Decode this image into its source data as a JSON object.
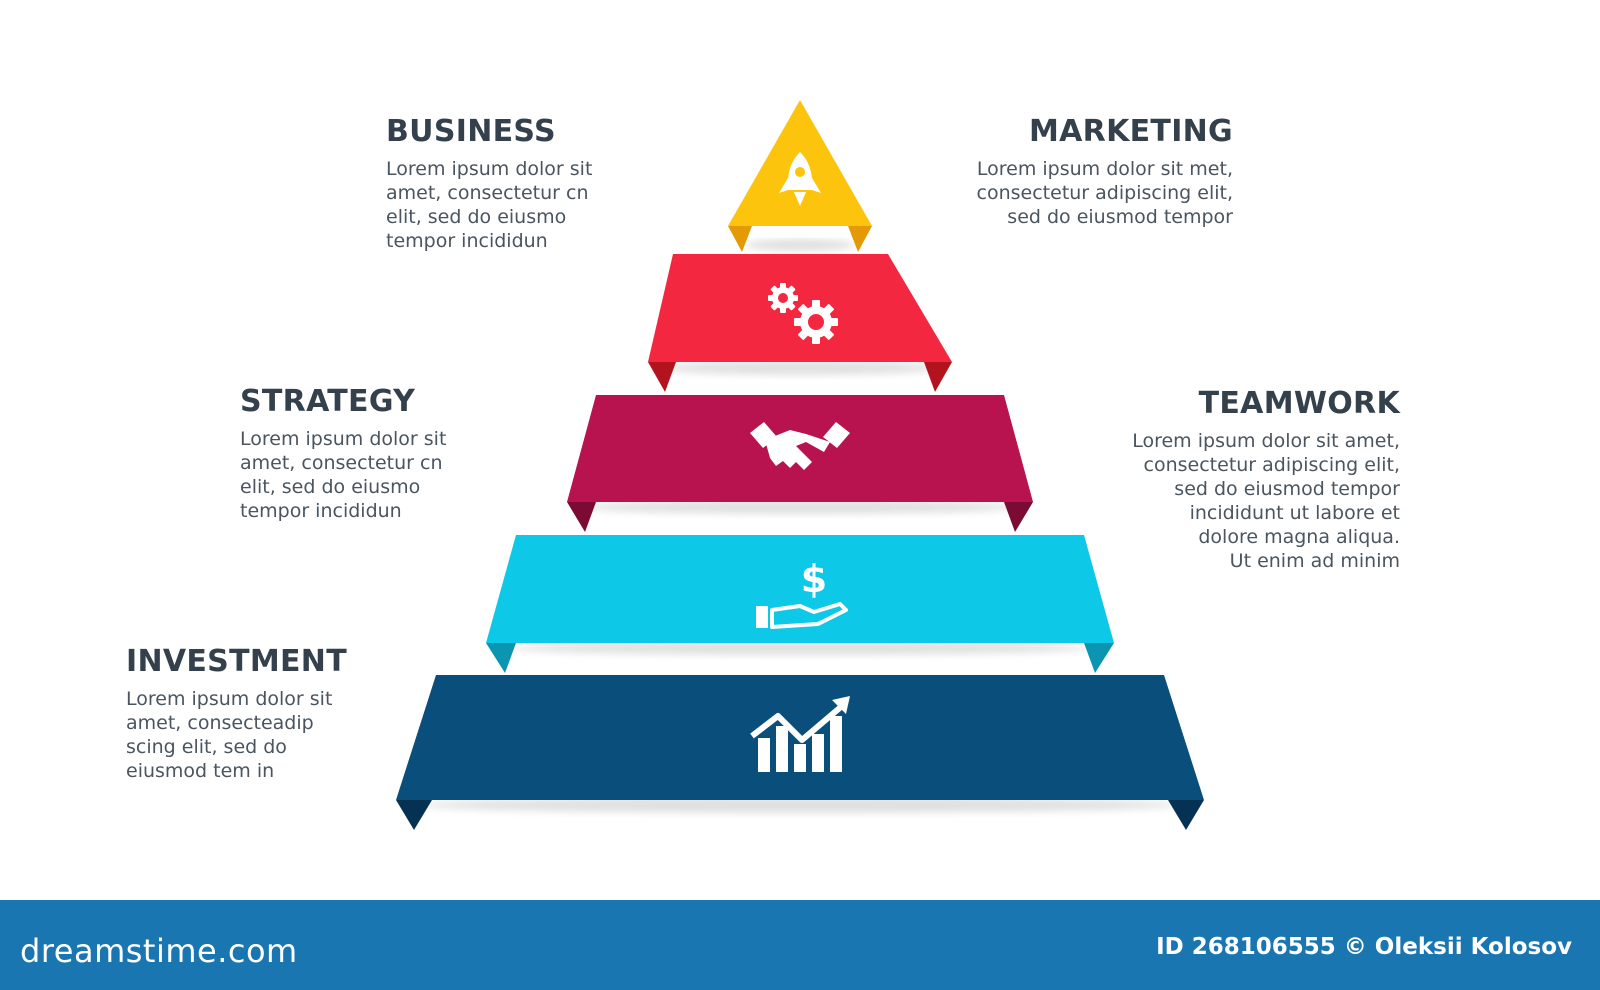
{
  "colors": {
    "tier1": "#fcc40c",
    "tier1_fold": "#e49a06",
    "tier2": "#f42740",
    "tier2_fold": "#b3131f",
    "tier3": "#b8134f",
    "tier3_fold": "#7b0b33",
    "tier4": "#0ec8e8",
    "tier4_fold": "#0b95b0",
    "tier5": "#0a4e7c",
    "tier5_fold": "#053253",
    "footer": "#1976b0",
    "heading": "#34414d",
    "body": "#4a5560"
  },
  "tiers": [
    {
      "name": "tier-1",
      "icon": "rocket-icon"
    },
    {
      "name": "tier-2",
      "icon": "gears-icon"
    },
    {
      "name": "tier-3",
      "icon": "handshake-icon"
    },
    {
      "name": "tier-4",
      "icon": "dollar-hand-icon"
    },
    {
      "name": "tier-5",
      "icon": "growth-chart-icon"
    }
  ],
  "labels": {
    "business": {
      "title": "BUSINESS",
      "lines": [
        "Lorem ipsum dolor sit",
        "amet, consectetur cn",
        "elit, sed do eiusmo",
        "tempor incididun"
      ]
    },
    "marketing": {
      "title": "MARKETING",
      "lines": [
        "Lorem ipsum dolor sit met,",
        "consectetur adipiscing elit,",
        "sed do eiusmod tempor"
      ]
    },
    "strategy": {
      "title": "STRATEGY",
      "lines": [
        "Lorem ipsum dolor sit",
        "amet, consectetur cn",
        "elit, sed do eiusmo",
        "tempor incididun"
      ]
    },
    "teamwork": {
      "title": "TEAMWORK",
      "lines": [
        "Lorem ipsum dolor sit amet,",
        "consectetur adipiscing elit,",
        "sed do eiusmod tempor",
        "incididunt ut labore et",
        "dolore magna aliqua.",
        "Ut enim ad minim"
      ]
    },
    "investment": {
      "title": "INVESTMENT",
      "lines": [
        "Lorem ipsum dolor sit",
        "amet, consecteadip",
        "scing elit, sed do",
        "eiusmod tem in"
      ]
    }
  },
  "footer": {
    "brand": "dreamstime.com",
    "credit": "ID 268106555 © Oleksii Kolosov"
  }
}
